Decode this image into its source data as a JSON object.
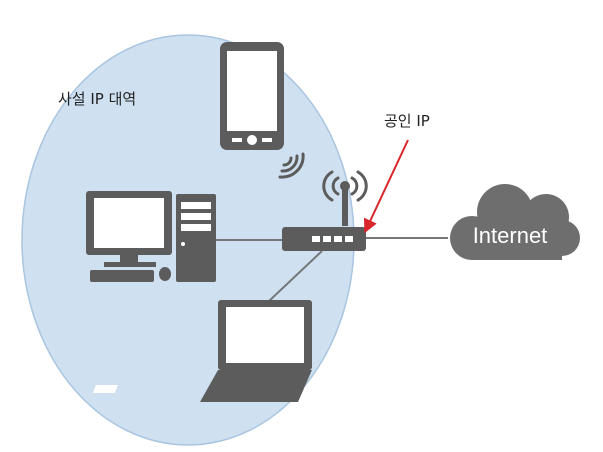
{
  "labels": {
    "private_range": "사설 IP 대역",
    "public_ip": "공인 IP",
    "internet": "Internet"
  },
  "colors": {
    "zone_fill": "#cfe1f1",
    "zone_stroke": "#a9c5df",
    "device": "#5c5c5c",
    "screen": "#ffffff",
    "link": "#777777",
    "arrow": "#d9262b",
    "cloud": "#6e6e6e"
  },
  "icons": {
    "smartphone": "smartphone-icon",
    "desktop": "desktop-computer-icon",
    "router": "router-icon",
    "laptop": "laptop-icon",
    "cloud": "cloud-icon",
    "wifi": "wifi-signal-icon"
  }
}
